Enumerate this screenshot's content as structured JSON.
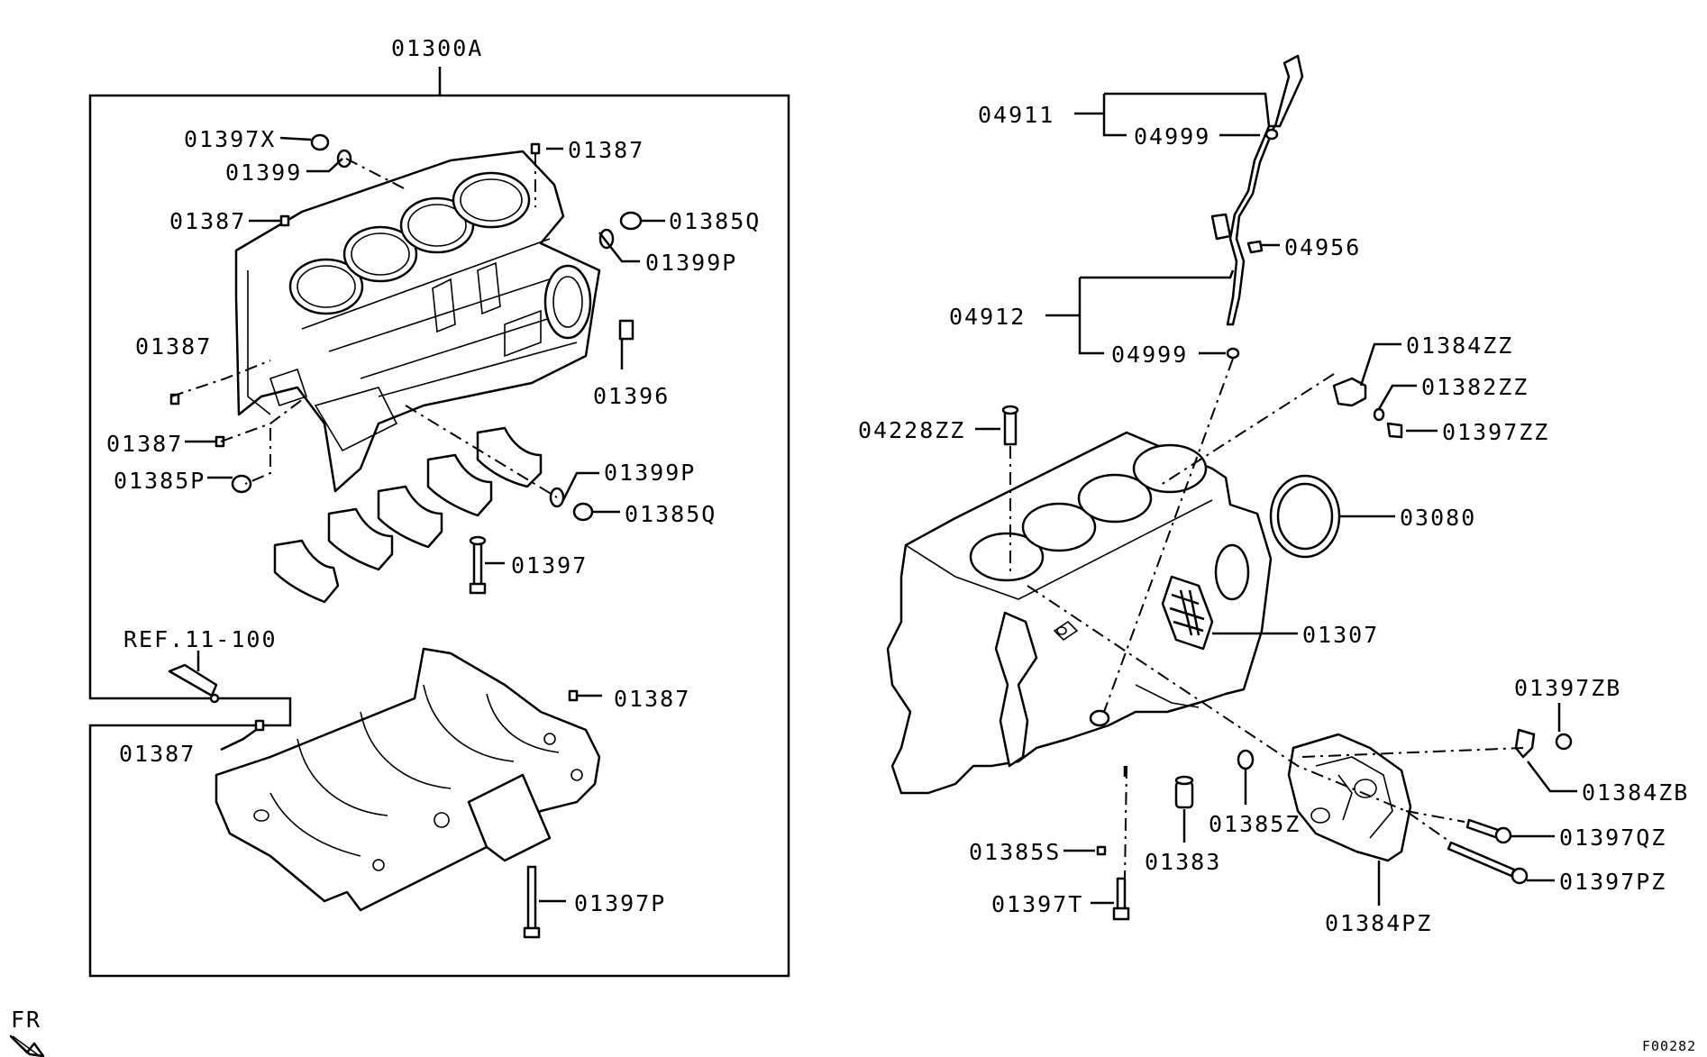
{
  "labels": {
    "l_01300A": "01300A",
    "l_01397X": "01397X",
    "l_01399": "01399",
    "l_01387_a": "01387",
    "l_01387_b": "01387",
    "l_01385Q_a": "01385Q",
    "l_01399P_a": "01399P",
    "l_01387_c": "01387",
    "l_01396": "01396",
    "l_01387_d": "01387",
    "l_01385P": "01385P",
    "l_01399P_b": "01399P",
    "l_01385Q_b": "01385Q",
    "l_01397": "01397",
    "l_ref": "REF.11-100",
    "l_01387_e": "01387",
    "l_01387_f": "01387",
    "l_01397P": "01397P",
    "l_04911": "04911",
    "l_04999_a": "04999",
    "l_04956": "04956",
    "l_04912": "04912",
    "l_04999_b": "04999",
    "l_01384ZZ": "01384ZZ",
    "l_01382ZZ": "01382ZZ",
    "l_01397ZZ": "01397ZZ",
    "l_04228ZZ": "04228ZZ",
    "l_03080": "03080",
    "l_01307": "01307",
    "l_01397ZB": "01397ZB",
    "l_01384ZB": "01384ZB",
    "l_01397QZ": "01397QZ",
    "l_01397PZ": "01397PZ",
    "l_01385S": "01385S",
    "l_01383": "01383",
    "l_01385Z": "01385Z",
    "l_01397T": "01397T",
    "l_01384PZ": "01384PZ",
    "l_fr": "FR",
    "l_code": "F00282"
  },
  "icons": {
    "front_arrow": "front-direction-arrow-icon"
  }
}
